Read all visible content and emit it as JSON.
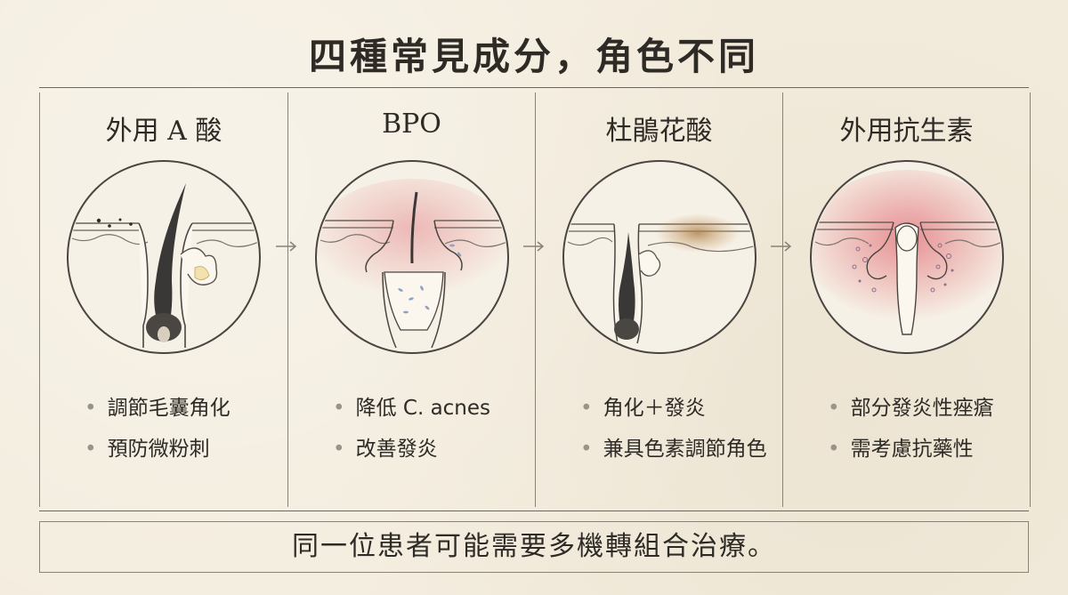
{
  "title": "四種常見成分，角色不同",
  "panels": [
    {
      "title": "外用 A 酸",
      "bullets": [
        "調節毛囊角化",
        "預防微粉刺"
      ]
    },
    {
      "title": "BPO",
      "bullets": [
        "降低 C. acnes",
        "改善發炎"
      ]
    },
    {
      "title": "杜鵑花酸",
      "bullets": [
        "角化＋發炎",
        "兼具色素調節角色"
      ]
    },
    {
      "title": "外用抗生素",
      "bullets": [
        "部分發炎性痤瘡",
        "需考慮抗藥性"
      ]
    }
  ],
  "footer": "同一位患者可能需要多機轉組合治療。",
  "colors": {
    "background": "#f3ecdd",
    "line": "#6f675e",
    "inflammation": "#e07a80",
    "pigment": "#b0824f",
    "hair": "#3a3836"
  }
}
